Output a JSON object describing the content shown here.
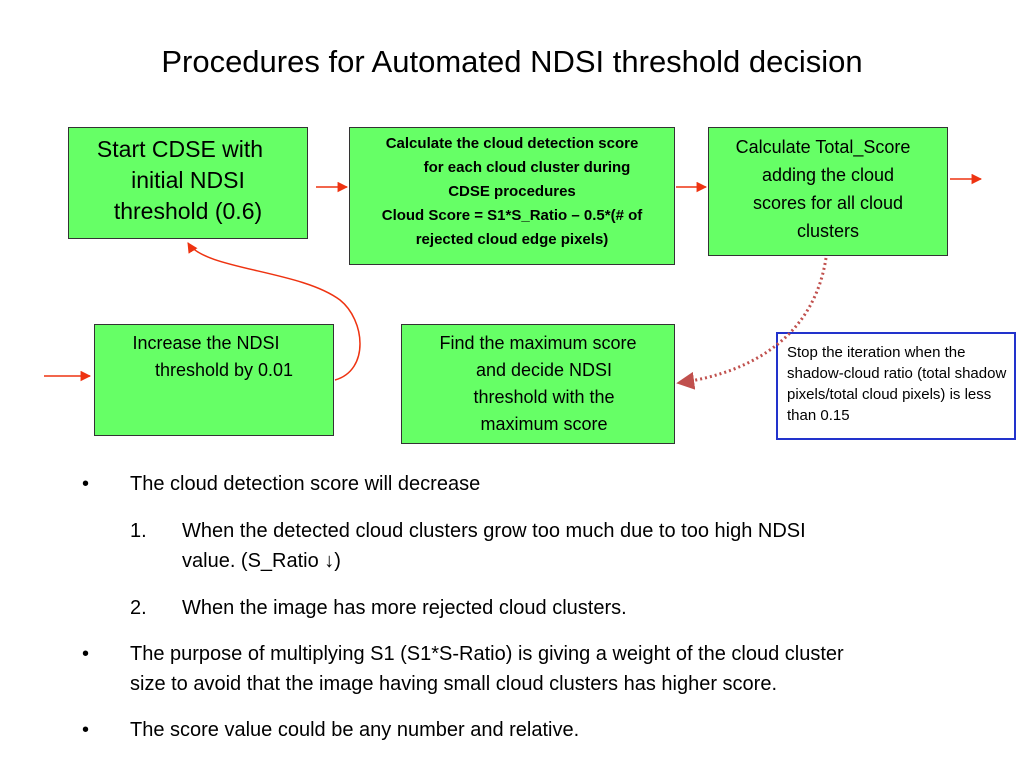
{
  "title": "Procedures for Automated NDSI threshold decision",
  "boxes": {
    "start": [
      "Start CDSE with",
      "initial NDSI",
      "threshold (0.6)"
    ],
    "calc_score": [
      "Calculate the cloud detection score",
      "for each cloud cluster during",
      "CDSE procedures",
      "Cloud Score = S1*S_Ratio – 0.5*(# of",
      "rejected cloud edge pixels)"
    ],
    "total_score": [
      "Calculate Total_Score",
      "adding the cloud",
      "scores for all cloud",
      "clusters"
    ],
    "increase": [
      "Increase the NDSI",
      "threshold by 0.01"
    ],
    "find_max": [
      "Find the maximum score",
      "and decide NDSI",
      "threshold with the",
      "maximum score"
    ]
  },
  "note": "Stop the iteration when the shadow-cloud ratio (total shadow pixels/total cloud pixels) is less than 0.15",
  "bullets": {
    "b1": "The cloud detection score will decrease",
    "n1_marker": "1.",
    "n1": "When the detected cloud clusters grow too much due to too high NDSI",
    "n1_cont": "value. (S_Ratio ↓)",
    "n2_marker": "2.",
    "n2": "When the image has more rejected cloud clusters.",
    "b2": "The purpose of multiplying S1 (S1*S-Ratio) is giving a weight of the cloud cluster",
    "b2_cont": "size to avoid that the image having small cloud clusters has higher score.",
    "b3": "The score value could be any number and relative.",
    "bullet_char": "•"
  },
  "colors": {
    "box_fill": "#66ff66",
    "arrow": "#ee3311",
    "dotted": "#c0504d",
    "note_border": "#2233cc"
  }
}
